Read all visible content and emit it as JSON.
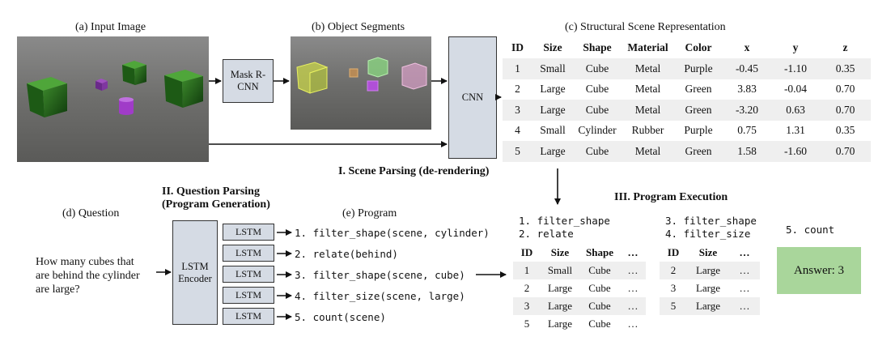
{
  "captions": {
    "input_image": "(a) Input Image",
    "object_segments": "(b) Object Segments",
    "scene_repr": "(c) Structural Scene Representation",
    "question": "(d) Question",
    "program": "(e) Program"
  },
  "boxes": {
    "mask_rcnn": "Mask R-CNN",
    "cnn": "CNN",
    "lstm_encoder": "LSTM Encoder",
    "lstm_cell": "LSTM"
  },
  "sections": {
    "scene_parsing": "I. Scene Parsing (de-rendering)",
    "question_parsing_1": "II. Question Parsing",
    "question_parsing_2": "(Program Generation)",
    "program_execution": "III. Program Execution"
  },
  "question_text": [
    "How many cubes that",
    "are behind the cylinder",
    "are large?"
  ],
  "program_steps": [
    "1. filter_shape(scene, cylinder)",
    "2. relate(behind)",
    "3. filter_shape(scene, cube)",
    "4. filter_size(scene, large)",
    "5. count(scene)"
  ],
  "scene_table": {
    "headers": [
      "ID",
      "Size",
      "Shape",
      "Material",
      "Color",
      "x",
      "y",
      "z"
    ],
    "rows": [
      [
        "1",
        "Small",
        "Cube",
        "Metal",
        "Purple",
        "-0.45",
        "-1.10",
        "0.35"
      ],
      [
        "2",
        "Large",
        "Cube",
        "Metal",
        "Green",
        "3.83",
        "-0.04",
        "0.70"
      ],
      [
        "3",
        "Large",
        "Cube",
        "Metal",
        "Green",
        "-3.20",
        "0.63",
        "0.70"
      ],
      [
        "4",
        "Small",
        "Cylinder",
        "Rubber",
        "Purple",
        "0.75",
        "1.31",
        "0.35"
      ],
      [
        "5",
        "Large",
        "Cube",
        "Metal",
        "Green",
        "1.58",
        "-1.60",
        "0.70"
      ]
    ]
  },
  "exec1": {
    "step_a": "1. filter_shape",
    "step_b": "2. relate",
    "headers": [
      "ID",
      "Size",
      "Shape",
      "…"
    ],
    "rows": [
      [
        "1",
        "Small",
        "Cube",
        "…"
      ],
      [
        "2",
        "Large",
        "Cube",
        "…"
      ],
      [
        "3",
        "Large",
        "Cube",
        "…"
      ],
      [
        "5",
        "Large",
        "Cube",
        "…"
      ]
    ]
  },
  "exec2": {
    "step_a": "3. filter_shape",
    "step_b": "4. filter_size",
    "headers": [
      "ID",
      "Size",
      "…"
    ],
    "rows": [
      [
        "2",
        "Large",
        "…"
      ],
      [
        "3",
        "Large",
        "…"
      ],
      [
        "5",
        "Large",
        "…"
      ]
    ]
  },
  "exec3": {
    "step": "5. count",
    "answer": "Answer: 3"
  }
}
